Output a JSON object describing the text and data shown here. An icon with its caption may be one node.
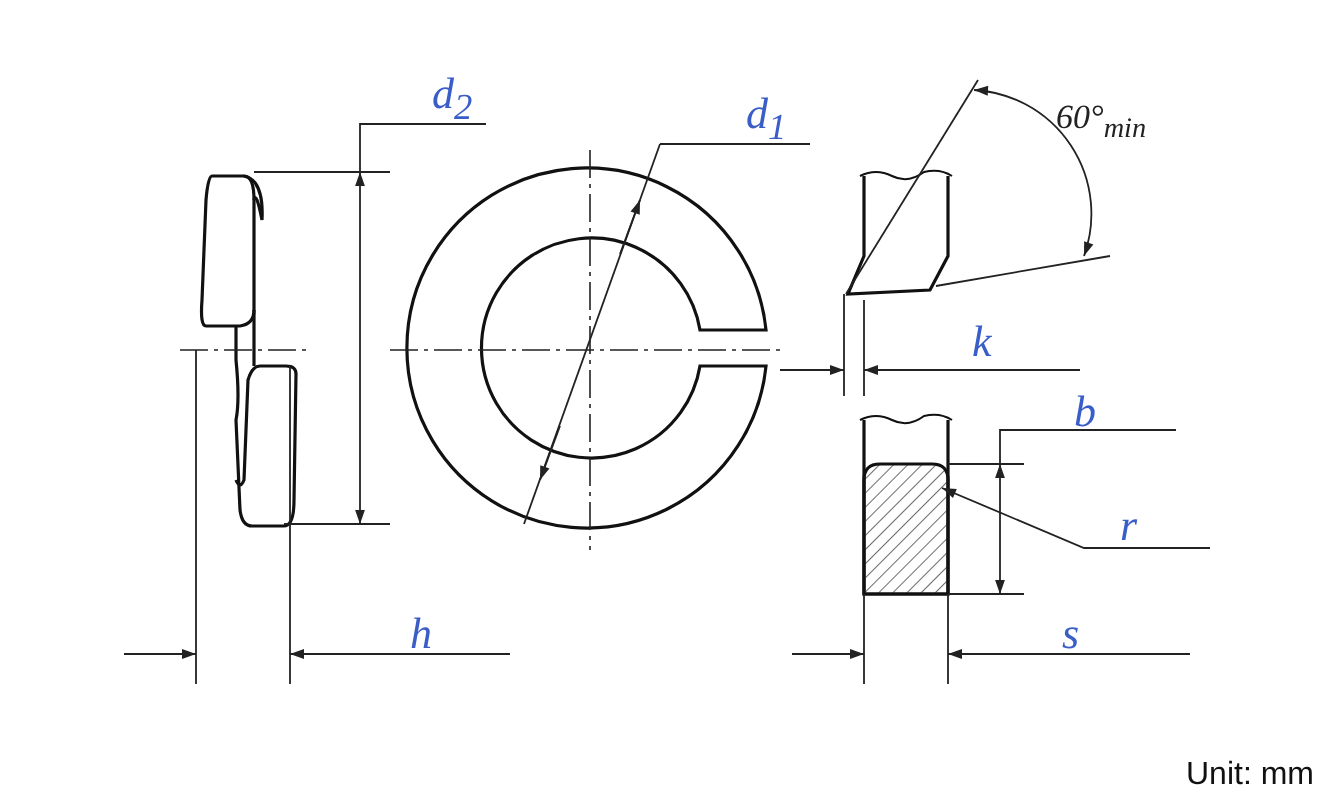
{
  "diagram": {
    "nodes": [
      {
        "text": [
          "r"
        ]
      },
      {
        "text": [],
        "shape": "picture"
      }
    ],
    "edges": [
      {
        "from": 0,
        "to": 1,
        "arrow": "to"
      }
    ],
    "labels": [
      "d$_{2}$",
      "d$_{1}$",
      "60°$_{min}$",
      "k",
      "b",
      "h",
      "s",
      "Unit: mm"
    ]
  }
}
